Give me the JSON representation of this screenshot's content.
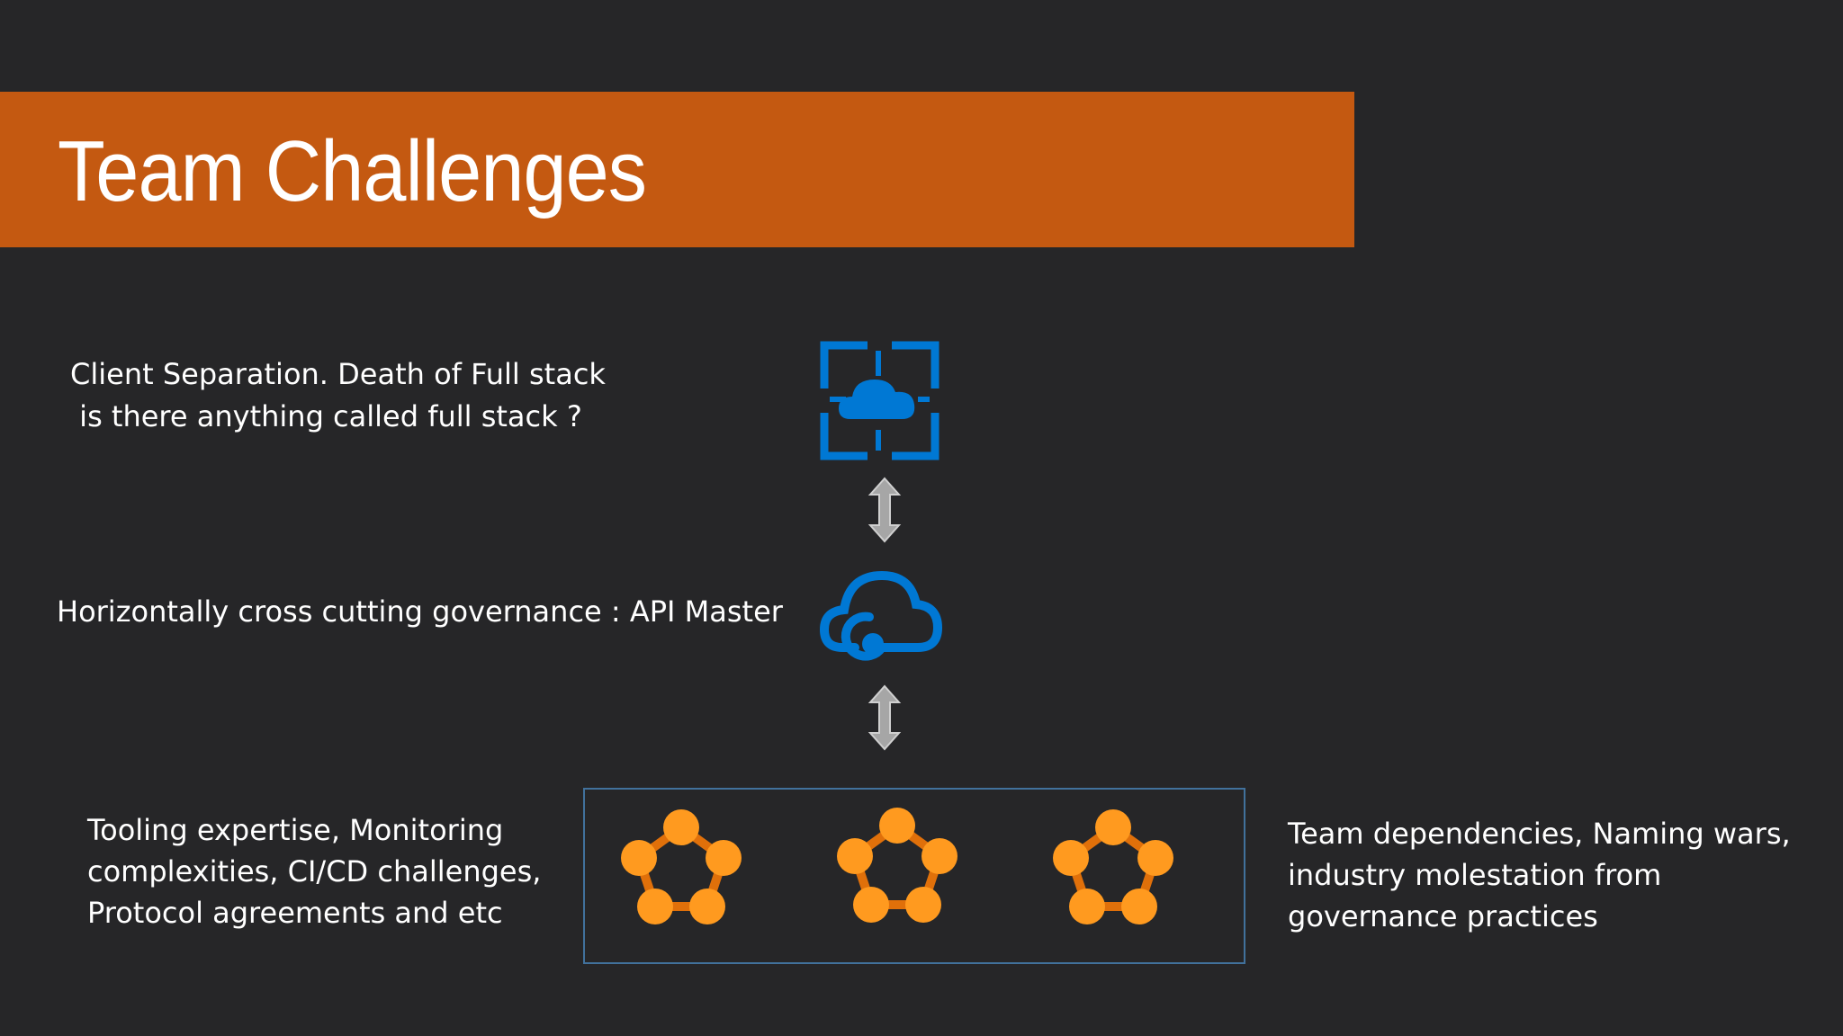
{
  "slide": {
    "title": "Team Challenges",
    "texts": {
      "client_line1": "Client Separation. Death of Full stack",
      "client_line2": " is there anything called full stack ?",
      "governance": "Horizontally cross cutting governance : API Master",
      "tooling_line1": "Tooling expertise, Monitoring",
      "tooling_line2": "complexities, CI/CD challenges,",
      "tooling_line3": "Protocol agreements and etc",
      "team_line1": "Team dependencies, Naming wars,",
      "team_line2": "industry molestation from",
      "team_line3": "governance practices"
    }
  },
  "colors": {
    "background": "#262628",
    "title_bar": "#c45911",
    "azure_blue": "#0078d4",
    "orange_node": "#ff8c00",
    "arrow_gray": "#a6a6a6",
    "box_border": "#41719c"
  },
  "icons": [
    "cloud-service-icon",
    "double-arrow-icon",
    "api-management-icon",
    "double-arrow-icon",
    "service-fabric-icon",
    "service-fabric-icon",
    "service-fabric-icon"
  ]
}
